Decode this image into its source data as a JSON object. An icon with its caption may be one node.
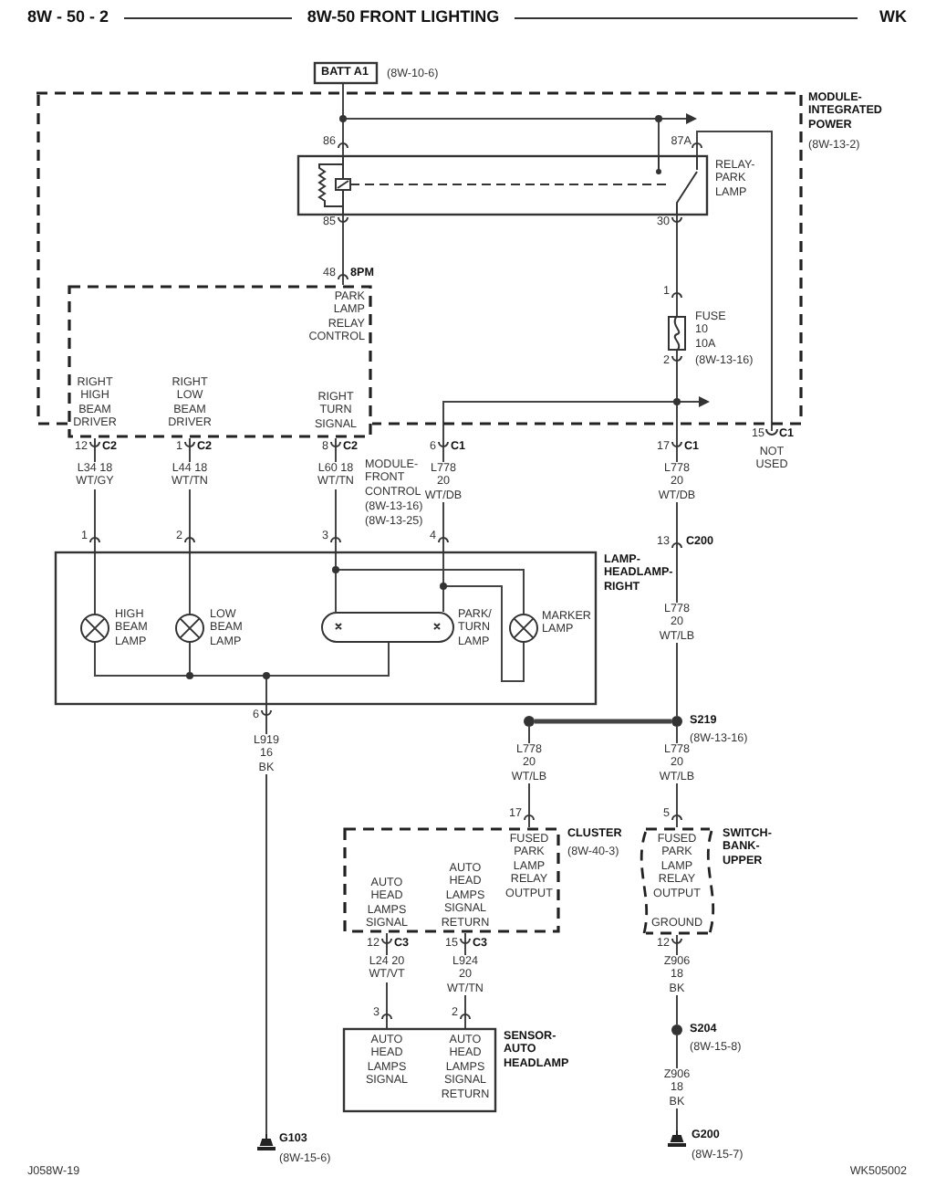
{
  "diagram": {
    "title": "8W-50 FRONT LIGHTING",
    "nodes": [
      {
        "text": [
          "BATT A1"
        ],
        "beside": [
          "(8W-10-6)"
        ]
      },
      {
        "text": [
          "MODULE- INTEGRATED POWER",
          "(8W-13-2)"
        ]
      },
      {
        "text": [
          "RELAY- PARK LAMP"
        ],
        "in": 1
      },
      {
        "text": [
          "FUSE 10 10A"
        ],
        "beside": [
          "(8W-13-16)"
        ],
        "in": 1
      },
      {
        "text": [
          "PARK LAMP RELAY CONTROL",
          "MODULE- FRONT CONTROL",
          "RIGHT HIGH BEAM DRIVER",
          "RIGHT LOW BEAM DRIVER",
          "RIGHT TURN SIGNAL"
        ],
        "beside": [
          "(8W-13-16)",
          "(8W-13-25)"
        ]
      },
      {
        "text": [
          "LAMP- HEADLAMP- RIGHT"
        ]
      },
      {
        "text": [
          "HIGH BEAM LAMP"
        ],
        "in": 5
      },
      {
        "text": [
          "LOW BEAM LAMP"
        ],
        "in": 5
      },
      {
        "text": [
          "PARK/ TURN LAMP"
        ],
        "in": 5
      },
      {
        "text": [
          "MARKER LAMP"
        ],
        "in": 5
      },
      {
        "text": [
          "S219"
        ],
        "beside": [
          "(8W-13-16)"
        ]
      },
      {
        "text": [],
        "shape": "circle"
      },
      {
        "text": [
          "CLUSTER",
          "FUSED PARK LAMP RELAY OUTPUT",
          "AUTO HEAD LAMPS SIGNAL",
          "AUTO HEAD LAMPS SIGNAL RETURN"
        ],
        "beside": [
          "(8W-40-3)"
        ]
      },
      {
        "text": [
          "FUSED PARK LAMP RELAY OUTPUT",
          "GROUND",
          "SWITCH- BANK- UPPER"
        ]
      },
      {
        "text": [
          "AUTO HEAD LAMPS SIGNAL",
          "AUTO HEAD LAMPS SIGNAL RETURN",
          "SENSOR- AUTO HEADLAMP"
        ]
      },
      {
        "text": [
          "S204"
        ],
        "beside": [
          "(8W-15-8)"
        ]
      },
      {
        "text": [
          "G200"
        ],
        "beside": [
          "(8W-15-7)"
        ]
      },
      {
        "text": [
          "G103"
        ],
        "beside": [
          "(8W-15-6)"
        ]
      },
      {
        "text": [
          "NOT USED"
        ],
        "beside": [
          "15",
          "C1"
        ]
      }
    ],
    "edges": [
      {
        "from": 0,
        "to": 2,
        "arrow": "none"
      },
      {
        "from": 0,
        "to": 2,
        "arrow": "none"
      },
      {
        "from": 0,
        "to": 1,
        "arrow": "to"
      },
      {
        "from": 2,
        "to": 18,
        "arrow": "none"
      },
      {
        "from": 2,
        "to": 3,
        "arrow": "none"
      },
      {
        "from": 3,
        "to": 10,
        "arrow": "none"
      },
      {
        "from": 3,
        "to": 1,
        "arrow": "to"
      },
      {
        "from": 3,
        "to": 8,
        "arrow": "none"
      },
      {
        "from": 3,
        "to": 9,
        "arrow": "none"
      },
      {
        "from": 2,
        "to": 4,
        "arrow": "none"
      },
      {
        "from": 4,
        "to": 6,
        "arrow": "none"
      },
      {
        "from": 4,
        "to": 7,
        "arrow": "none"
      },
      {
        "from": 4,
        "to": 8,
        "arrow": "none"
      },
      {
        "from": 4,
        "to": 9,
        "arrow": "none"
      },
      {
        "from": 6,
        "to": 17,
        "arrow": "none"
      },
      {
        "from": 7,
        "to": 17,
        "arrow": "none"
      },
      {
        "from": 8,
        "to": 17,
        "arrow": "none"
      },
      {
        "from": 10,
        "to": 11,
        "arrow": "none",
        "style": "thick"
      },
      {
        "from": 11,
        "to": 12,
        "arrow": "none"
      },
      {
        "from": 10,
        "to": 13,
        "arrow": "none"
      },
      {
        "from": 13,
        "to": 15,
        "arrow": "none"
      },
      {
        "from": 15,
        "to": 16,
        "arrow": "none"
      },
      {
        "from": 12,
        "to": 14,
        "arrow": "none"
      },
      {
        "from": 12,
        "to": 14,
        "arrow": "none"
      }
    ],
    "labels": [
      "8W - 50 - 2",
      "WK",
      "86",
      "87A",
      "85",
      "30",
      "48",
      "8PM",
      "1",
      "2",
      "12",
      "C2",
      "1",
      "C2",
      "8",
      "C2",
      "6",
      "C1",
      "17",
      "C1",
      "L34 18 WT/GY",
      "L44 18 WT/TN",
      "L60 18 WT/TN",
      "L778 20 WT/DB",
      "L778 20 WT/DB",
      "1",
      "2",
      "3",
      "4",
      "13",
      "C200",
      "L778 20 WT/LB",
      "6",
      "L919 16 BK",
      "L778 20 WT/LB",
      "L778 20 WT/LB",
      "17",
      "5",
      "12",
      "C3",
      "15",
      "C3",
      "12",
      "L24 20 WT/VT",
      "L924 20 WT/TN",
      "Z906 18 BK",
      "3",
      "2",
      "Z906 18 BK",
      "J058W-19",
      "WK505002"
    ]
  }
}
